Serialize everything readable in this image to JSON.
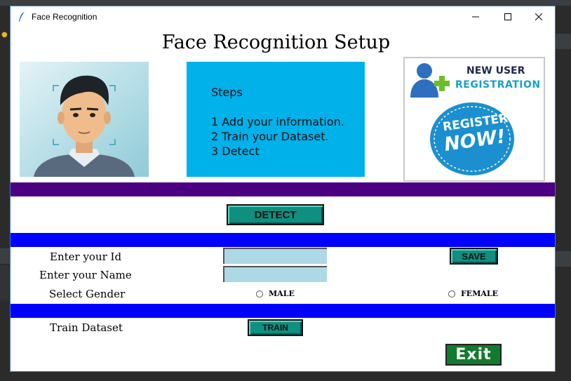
{
  "window": {
    "title": "Face Recognition"
  },
  "header": {
    "title": "Face Recognition Setup"
  },
  "steps": {
    "title": "Steps",
    "items": [
      "1 Add your information.",
      "2 Train your Dataset.",
      "3 Detect"
    ]
  },
  "registration": {
    "line1": "NEW USER",
    "line2": "REGISTRATION",
    "badge_line1": "REGISTER",
    "badge_line2": "NOW!"
  },
  "actions": {
    "detect_label": "DETECT",
    "save_label": "SAVE",
    "train_label": "TRAIN",
    "exit_label": "Exit"
  },
  "form": {
    "id_label": "Enter your Id",
    "id_value": "",
    "name_label": "Enter your Name",
    "name_value": "",
    "gender_label": "Select Gender",
    "gender_options": [
      "MALE",
      "FEMALE"
    ],
    "train_label": "Train Dataset"
  },
  "colors": {
    "steps_bg": "#00b1ea",
    "purple_band": "#4b0082",
    "blue_band": "#0000ff",
    "button_teal": "#0f8f7f",
    "exit_green": "#127a2c",
    "input_bg": "#add8e6"
  },
  "icons": [
    "feather-icon",
    "minimize-icon",
    "maximize-icon",
    "close-icon",
    "lightbulb-icon",
    "user-add-icon"
  ]
}
